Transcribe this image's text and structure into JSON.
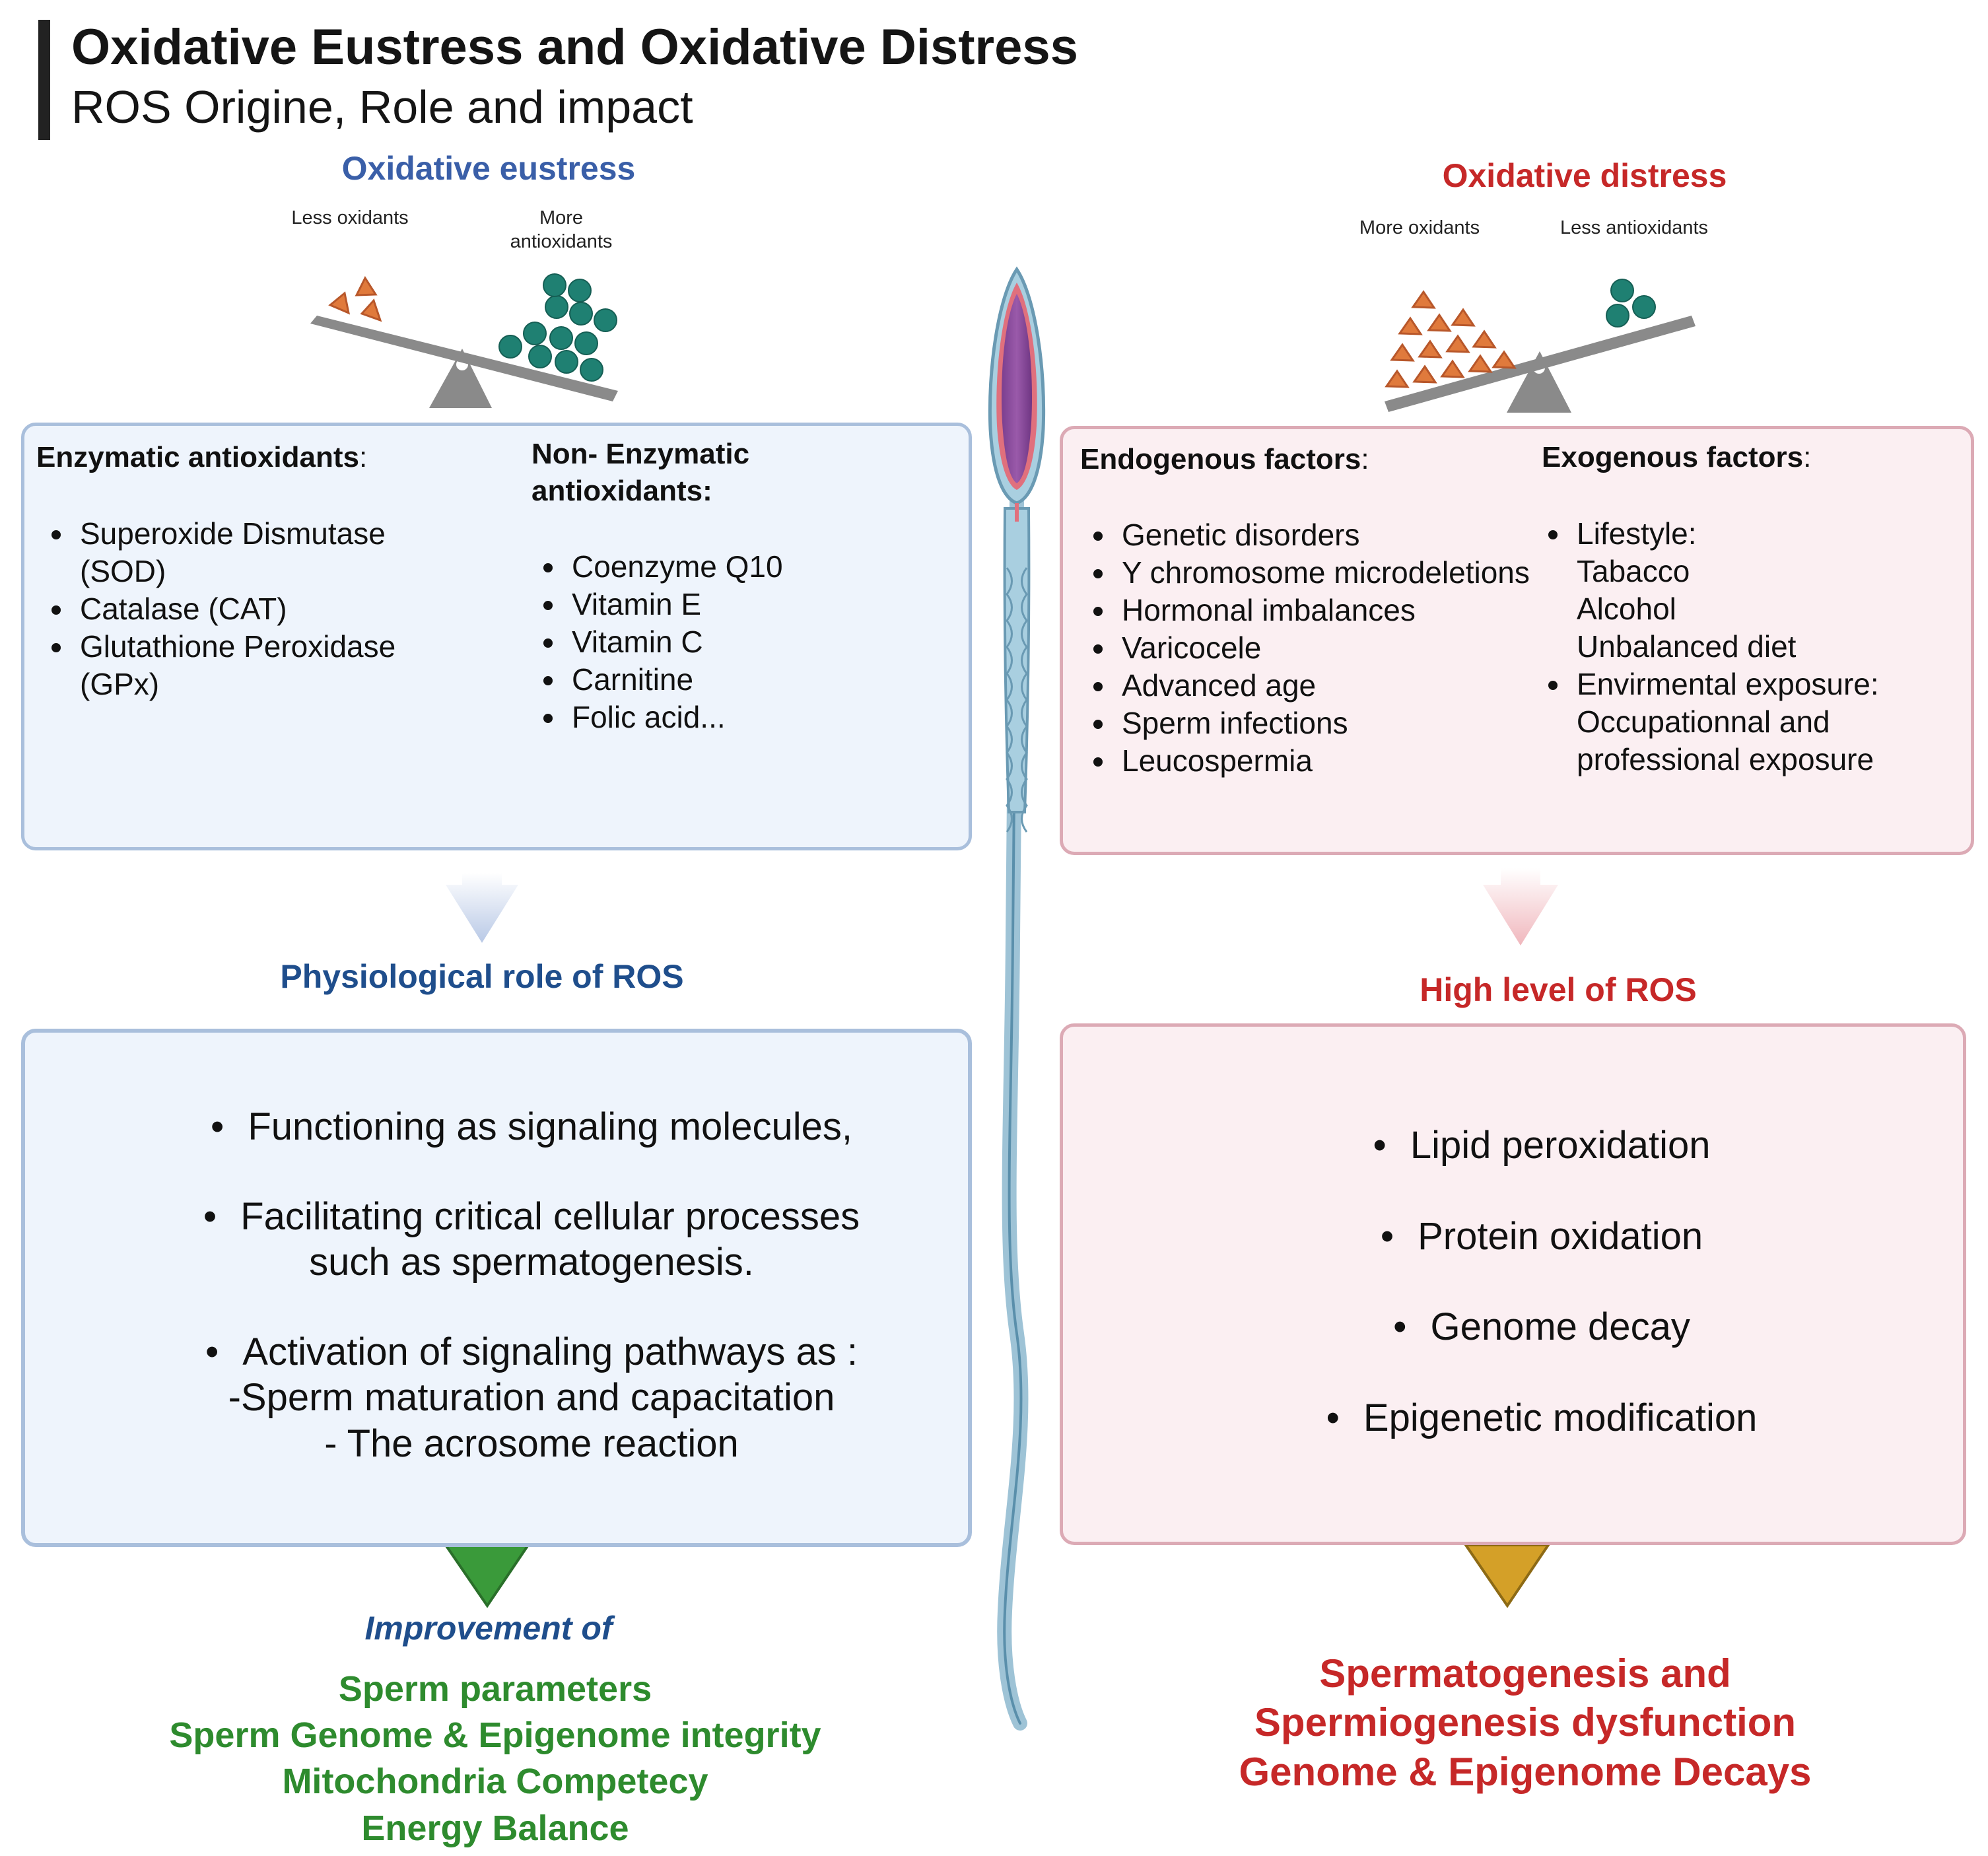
{
  "title": "Oxidative Eustress and Oxidative Distress",
  "subtitle": "ROS Origine, Role and  impact",
  "colors": {
    "eustress_blue": "#3a5fa8",
    "distress_red": "#c62828",
    "outcome_green": "#2e8b2e",
    "oxidant_orange": "#e07a3c",
    "antioxidant_teal": "#1f8072",
    "scale_gray": "#8a8a8a",
    "down_arrow_green": "#3a9a3a",
    "down_arrow_gold": "#d4a028"
  },
  "icons": [
    "balance-scale-icon",
    "oxidant-triangle-icon",
    "antioxidant-sphere-icon",
    "sperm-cell-icon",
    "down-arrow-icon"
  ],
  "eustress": {
    "heading": "Oxidative eustress",
    "scale_left_label": "Less oxidants",
    "scale_right_label": "More antioxidants",
    "enzymatic": {
      "heading": "Enzymatic antioxidants",
      "colon": ":",
      "items": [
        " Superoxide Dismutase (SOD)",
        "Catalase (CAT)",
        "Glutathione Peroxidase (GPx)"
      ]
    },
    "non_enzymatic": {
      "heading": "Non- Enzymatic antioxidants:",
      "items": [
        "Coenzyme Q10",
        "Vitamin E",
        "Vitamin C",
        "Carnitine",
        "Folic acid..."
      ]
    },
    "role_heading": "Physiological role of ROS",
    "roles": [
      {
        "line1": "Functioning as signaling molecules,"
      },
      {
        "line1": "Facilitating critical cellular processes",
        "line2": "such as spermatogenesis."
      },
      {
        "line1": "Activation of signaling pathways as :",
        "line2": "-Sperm maturation and capacitation",
        "line3": "- The acrosome reaction"
      }
    ],
    "outcome_heading": "Improvement of",
    "outcomes": [
      "Sperm parameters",
      "Sperm Genome & Epigenome integrity",
      "Mitochondria Competecy",
      "Energy Balance"
    ]
  },
  "distress": {
    "heading": "Oxidative distress",
    "scale_left_label": "More oxidants",
    "scale_right_label": "Less antioxidants",
    "endogenous": {
      "heading": "Endogenous factors",
      "colon": ":",
      "items": [
        " Genetic disorders",
        "Y chromosome microdeletions",
        "Hormonal imbalances",
        "Varicocele",
        "Advanced age",
        "Sperm infections",
        "Leucospermia"
      ]
    },
    "exogenous": {
      "heading": "Exogenous factors",
      "colon": ":",
      "lifestyle": {
        "label": " Lifestyle:",
        "subitems": [
          "Tabacco",
          "Alcohol",
          "Unbalanced diet"
        ]
      },
      "environment": {
        "label": "Envirmental exposure:",
        "subitems": [
          "Occupationnal and",
          "professional exposure"
        ]
      }
    },
    "level_heading": "High level of ROS",
    "effects": [
      "Lipid peroxidation",
      "Protein oxidation",
      "Genome decay",
      "Epigenetic modification"
    ],
    "outcomes": [
      "Spermatogenesis and",
      "Spermiogenesis dysfunction",
      "Genome & Epigenome Decays"
    ]
  }
}
